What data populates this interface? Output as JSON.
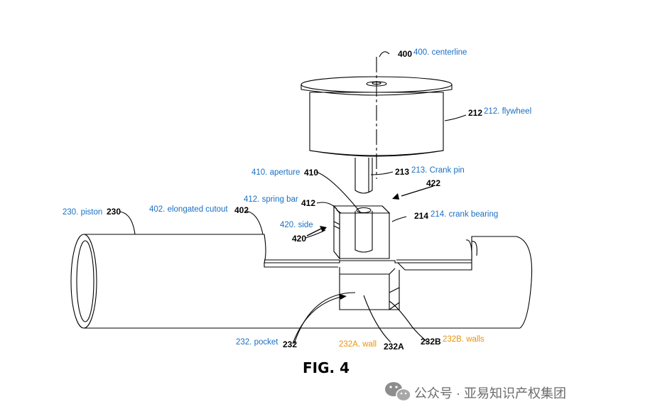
{
  "figure_title": "FIG. 4",
  "watermark": {
    "text": "公众号 · 亚易知识产权集团",
    "icon": "wechat-icon"
  },
  "callouts": {
    "centerline": {
      "number": "400",
      "label": "400. centerline"
    },
    "flywheel": {
      "number": "212",
      "label": "212. flywheel"
    },
    "crank_pin": {
      "number": "213",
      "label": "213. Crank pin"
    },
    "aperture": {
      "number": "410",
      "label": "410. aperture"
    },
    "assembly": {
      "number": "422"
    },
    "spring_bar": {
      "number": "412",
      "label": "412. spring bar"
    },
    "crank_bearing": {
      "number": "214",
      "label": "214. crank bearing"
    },
    "side": {
      "number": "420",
      "label": "420. side"
    },
    "piston": {
      "number": "230",
      "label": "230. piston"
    },
    "elongated_cutout": {
      "number": "402",
      "label": "402. elongated cutout"
    },
    "pocket": {
      "number": "232",
      "label": "232. pocket"
    },
    "wall_a": {
      "number": "232A",
      "label": "232A. wall"
    },
    "walls_b": {
      "number": "232B",
      "label": "232B. walls"
    }
  },
  "colors": {
    "label_blue": "#1a6fc4",
    "label_orange": "#e8930c",
    "line": "#000000",
    "watermark": "#6c6c6c"
  }
}
